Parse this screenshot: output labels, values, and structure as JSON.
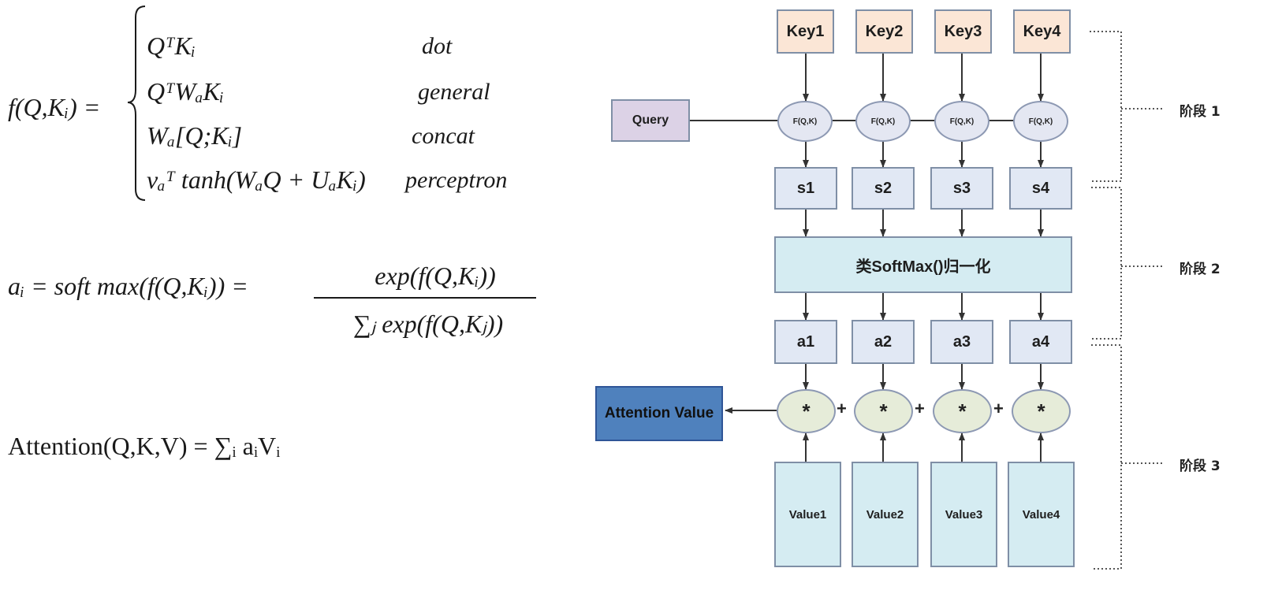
{
  "formulas": {
    "score_lhs": "f(Q,Kᵢ) =",
    "cases": [
      {
        "expr": "QᵀKᵢ",
        "name": "dot"
      },
      {
        "expr": "QᵀWₐKᵢ",
        "name": "general"
      },
      {
        "expr": "Wₐ[Q;Kᵢ]",
        "name": "concat"
      },
      {
        "expr": "vₐᵀ tanh(WₐQ + UₐKᵢ)",
        "name": "perceptron"
      }
    ],
    "softmax_lhs": "aᵢ = soft max(f(Q,Kᵢ)) =",
    "softmax_num": "exp(f(Q,Kᵢ))",
    "softmax_den": "∑ⱼ exp(f(Q,Kⱼ))",
    "attention": "Attention(Q,K,V) = ∑ᵢ aᵢVᵢ"
  },
  "diagram": {
    "keys": [
      "Key1",
      "Key2",
      "Key3",
      "Key4"
    ],
    "query": "Query",
    "f_label": "F(Q,K)",
    "scores": [
      "s1",
      "s2",
      "s3",
      "s4"
    ],
    "softmax": "类SoftMax()归一化",
    "weights": [
      "a1",
      "a2",
      "a3",
      "a4"
    ],
    "mul_symbol": "*",
    "plus_symbol": "+",
    "attention_value": "Attention Value",
    "values": [
      "Value1",
      "Value2",
      "Value3",
      "Value4"
    ],
    "stages": [
      "阶段 1",
      "阶段 2",
      "阶段 3"
    ]
  }
}
